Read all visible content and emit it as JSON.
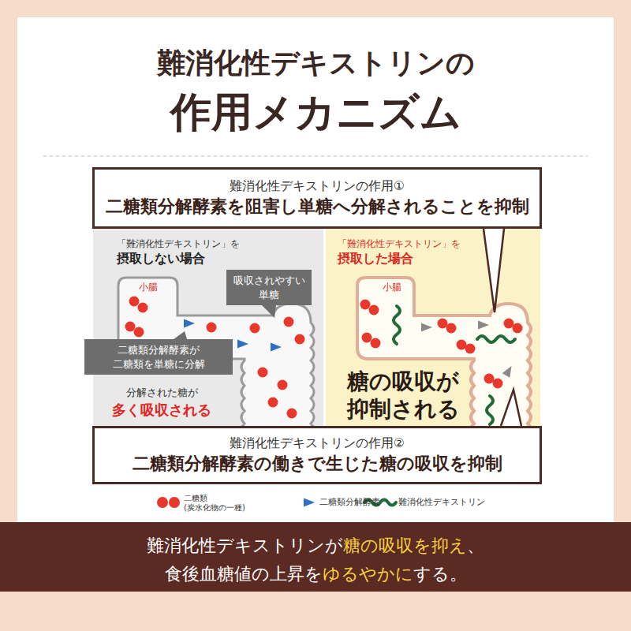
{
  "diagram": {
    "title": "難消化性デキストリンの 作用メカニズム",
    "nodes": [
      {
        "text": [
          "難消化性デキストリンの作用①",
          "二糖類分解酵素を阻害し単糖へ分解されることを抑制"
        ]
      },
      {
        "text": [
          "「難消化性デキストリン」を",
          "摂取しない場合",
          "分解された糖が",
          "多く吸収される"
        ]
      },
      {
        "text": [
          "吸収されやすい 単糖"
        ],
        "in": 1
      },
      {
        "text": [
          "二糖類分解酵素が 二糖類を単糖に分解"
        ],
        "in": 1
      },
      {
        "text": [
          "「難消化性デキストリン」を",
          "摂取した場合",
          "糖の吸収が 抑制される"
        ]
      },
      {
        "text": [
          "難消化性デキストリンの作用②",
          "二糖類分解酵素の働きで生じた糖の吸収を抑制"
        ]
      },
      {
        "text": [
          "難消化性デキストリンが",
          "糖の吸収を抑え",
          "、",
          "食後血糖値の上昇を",
          "ゆるやかに",
          "する。"
        ]
      }
    ],
    "labels": [
      "小腸",
      "小腸"
    ],
    "legend": [
      {
        "text": "二糖類 (炭水化物の一種)",
        "color": "#e8372c"
      },
      {
        "text": "二糖類分解酵素",
        "color": "#2f6fc4"
      },
      {
        "text": "難消化性デキストリン"
      }
    ]
  }
}
